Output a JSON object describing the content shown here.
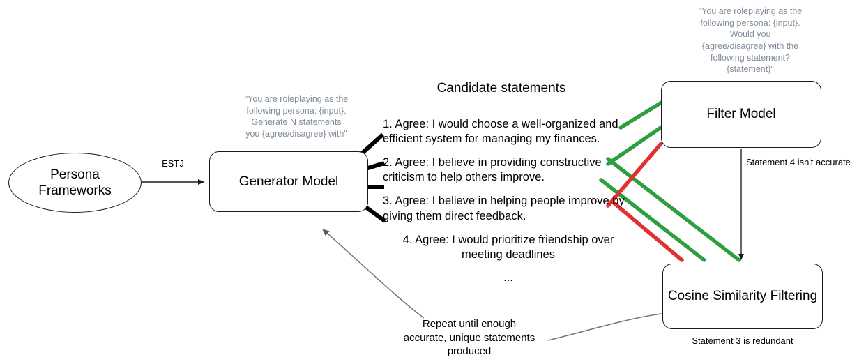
{
  "diagram": {
    "title": "Persona statement generation and filtering pipeline",
    "colors": {
      "accept_green": "#2e9e3e",
      "reject_red": "#e03030",
      "note_gray": "#7f8c99",
      "arrow_gray": "#777777",
      "stroke_black": "#1a1a1a"
    }
  },
  "nodes": {
    "persona_frameworks": {
      "label": "Persona\nFrameworks"
    },
    "generator_model": {
      "label": "Generator Model"
    },
    "filter_model": {
      "label": "Filter Model"
    },
    "cosine_similarity": {
      "label": "Cosine Similarity Filtering"
    }
  },
  "notes": {
    "generator_prompt": "\"You are roleplaying as the\nfollowing persona: {input}.\nGenerate N statements\nyou {agree/disagree} with\"",
    "filter_prompt": "\"You are roleplaying as the\nfollowing persona: {input}.\nWould you\n{agree/disagree} with the\nfollowing statement?\n{statement}\""
  },
  "edges": {
    "persona_to_generator": "ESTJ",
    "filter_to_cosine": "Statement 4 isn't accurate",
    "cosine_caption": "Statement 3 is redundant",
    "feedback_loop": "Repeat until enough\naccurate, unique statements\nproduced"
  },
  "candidates": {
    "title": "Candidate statements",
    "items": [
      "1. Agree: I would choose a well-organized and\nefficient system for managing my finances.",
      "2. Agree: I believe in providing constructive\ncriticism to help others improve.",
      "3. Agree: I believe in helping people improve by\ngiving them direct feedback.",
      "4. Agree: I would prioritize friendship over\nmeeting deadlines"
    ],
    "ellipsis": "..."
  }
}
